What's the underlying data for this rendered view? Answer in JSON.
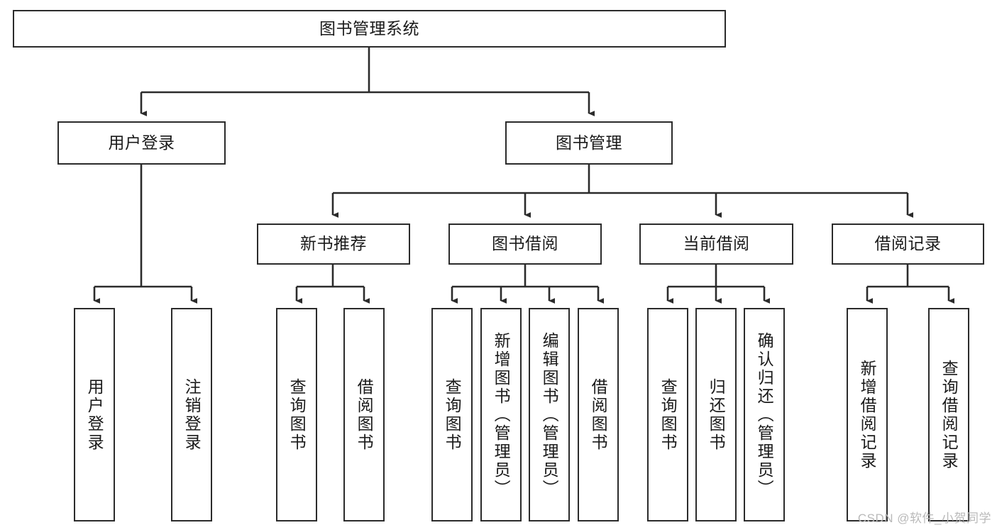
{
  "diagram": {
    "title": "图书管理系统",
    "watermark": "CSDN @软件_小贺同学",
    "line_color": "#2b2b2b",
    "box_fill": "#ffffff",
    "text_color": "#1a1a1a",
    "levels": {
      "root": "图书管理系统",
      "level2": [
        "用户登录",
        "图书管理"
      ],
      "level3": [
        "新书推荐",
        "图书借阅",
        "当前借阅",
        "借阅记录"
      ]
    },
    "nodes": {
      "root": {
        "label": "图书管理系统"
      },
      "user_login": {
        "label": "用户登录"
      },
      "book_manage": {
        "label": "图书管理"
      },
      "new_book_rec": {
        "label": "新书推荐"
      },
      "book_borrow": {
        "label": "图书借阅"
      },
      "current_borrow": {
        "label": "当前借阅"
      },
      "borrow_record": {
        "label": "借阅记录"
      },
      "leaf_user_login": {
        "label": "用户登录"
      },
      "leaf_user_logout": {
        "label": "注销登录"
      },
      "leaf_query_book_1": {
        "label": "查询图书"
      },
      "leaf_borrow_book_1": {
        "label": "借阅图书"
      },
      "leaf_query_book_2": {
        "label": "查询图书"
      },
      "leaf_add_book_admin": {
        "label": "新增图书（管理员）"
      },
      "leaf_edit_book_admin": {
        "label": "编辑图书（管理员）"
      },
      "leaf_borrow_book_2": {
        "label": "借阅图书"
      },
      "leaf_query_book_3": {
        "label": "查询图书"
      },
      "leaf_return_book": {
        "label": "归还图书"
      },
      "leaf_confirm_return_admin": {
        "label": "确认归还（管理员）"
      },
      "leaf_add_record": {
        "label": "新增借阅记录"
      },
      "leaf_query_record": {
        "label": "查询借阅记录"
      }
    }
  }
}
